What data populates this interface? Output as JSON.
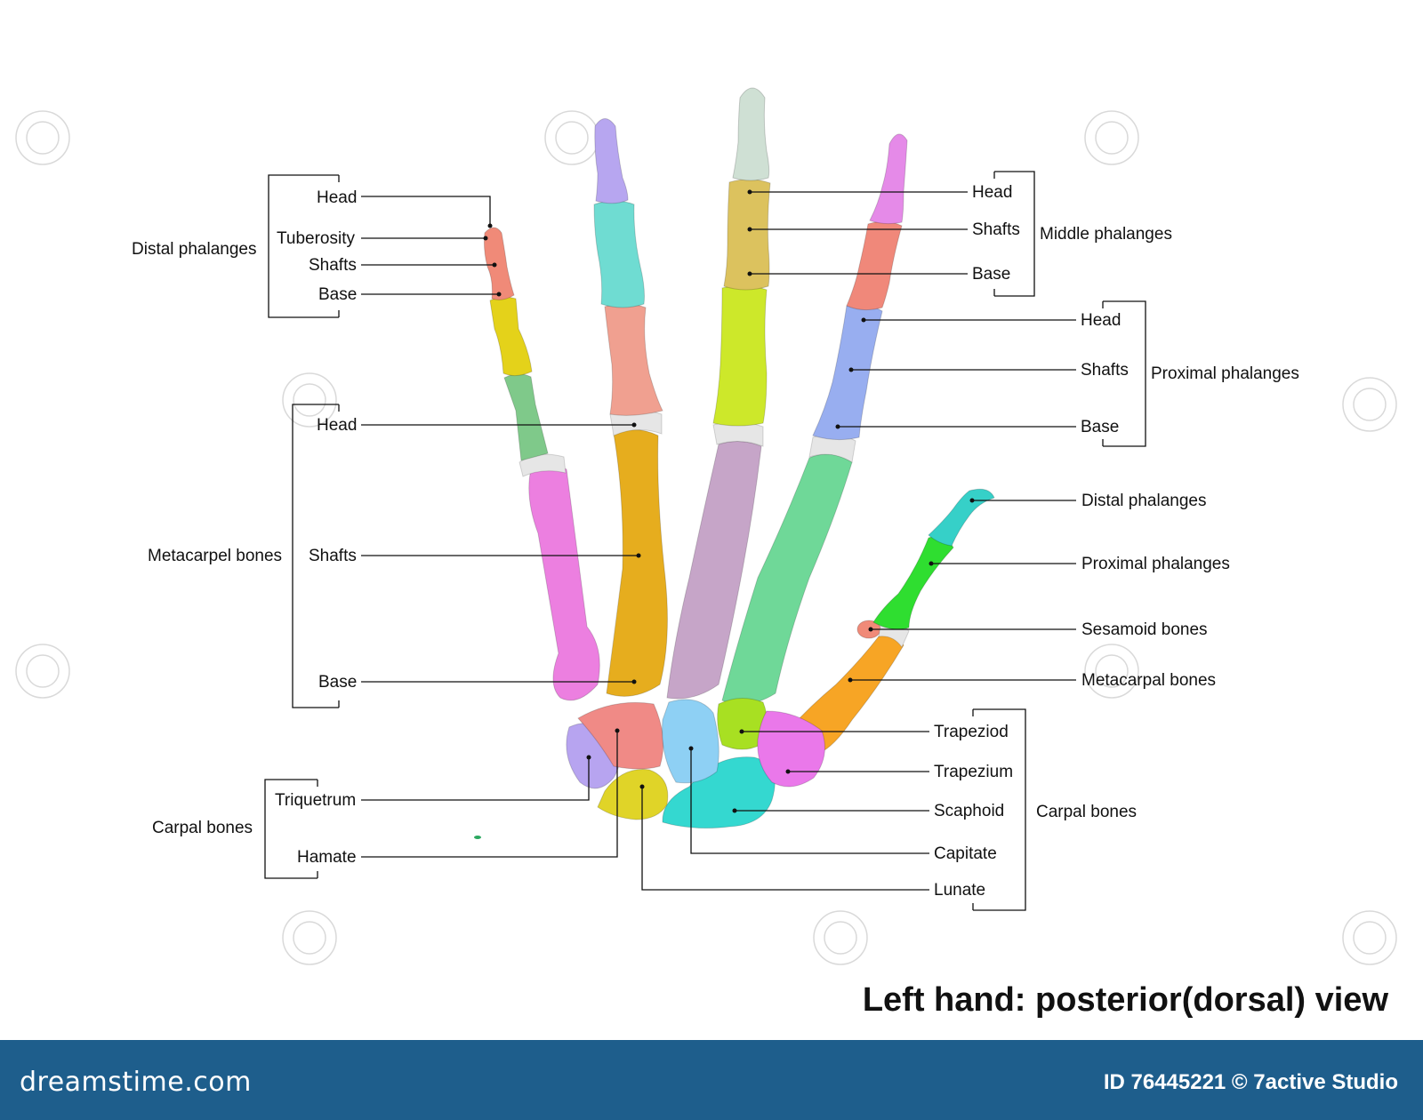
{
  "title": "Left hand: posterior(dorsal) view",
  "footer": {
    "brand": "dreamstime.com",
    "credit": "ID 76445221 © 7active Studio"
  },
  "labels": {
    "left_distal": {
      "group": "Distal phalanges",
      "head": "Head",
      "tuberosity": "Tuberosity",
      "shafts": "Shafts",
      "base": "Base"
    },
    "left_metacarpal": {
      "group": "Metacarpel bones",
      "head": "Head",
      "shafts": "Shafts",
      "base": "Base"
    },
    "left_carpal": {
      "group": "Carpal bones",
      "triquetrum": "Triquetrum",
      "hamate": "Hamate"
    },
    "right_middle": {
      "group": "Middle phalanges",
      "head": "Head",
      "shafts": "Shafts",
      "base": "Base"
    },
    "right_proximal": {
      "group": "Proximal phalanges",
      "head": "Head",
      "shafts": "Shafts",
      "base": "Base"
    },
    "thumb": {
      "distal": "Distal phalanges",
      "proximal": "Proximal phalanges",
      "sesamoid": "Sesamoid bones",
      "metacarpal": "Metacarpal bones"
    },
    "right_carpal": {
      "group": "Carpal bones",
      "trapeziod": "Trapeziod",
      "trapezium": "Trapezium",
      "scaphoid": "Scaphoid",
      "capitate": "Capitate",
      "lunate": "Lunate"
    }
  },
  "colors": {
    "footer_bg": "#1e5e8c",
    "little_distal": "#f08a78",
    "little_middle": "#e4d21a",
    "little_proximal": "#7fc98a",
    "little_metacarpal": "#ec7fe0",
    "ring_distal": "#b7a6f0",
    "ring_middle": "#6fdcd2",
    "ring_proximal": "#f0a090",
    "ring_metacarpal": "#e6ad1e",
    "middle_distal": "#cfe0d4",
    "middle_middle": "#dcc25e",
    "middle_proximal": "#cde82a",
    "middle_metacarpal": "#c6a5c8",
    "index_distal": "#e58ae8",
    "index_middle": "#f0887a",
    "index_proximal": "#98aef0",
    "index_metacarpal": "#6fd898",
    "thumb_distal": "#36d0c8",
    "thumb_proximal": "#2fde30",
    "thumb_metacarpal": "#f7a525",
    "sesamoid": "#f08a78",
    "triquetrum": "#b7a4f0",
    "hamate": "#f08a86",
    "lunate": "#e0d428",
    "capitate": "#8ed0f4",
    "scaphoid": "#34d8d0",
    "trapezoid": "#a8e022",
    "trapezium": "#ea78ea"
  }
}
